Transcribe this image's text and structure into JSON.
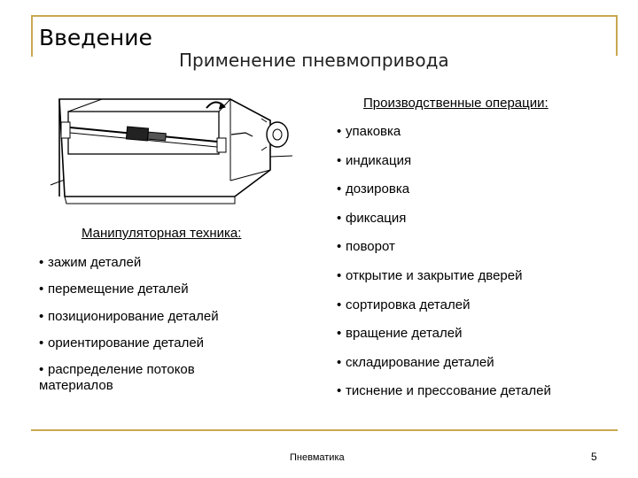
{
  "slide": {
    "title": "Введение",
    "subtitle": "Применение пневмопривода"
  },
  "right_column": {
    "heading": "Производственные операции:",
    "items": [
      "упаковка",
      "индикация",
      "дозировка",
      "фиксация",
      "поворот",
      "открытие и закрытие дверей",
      "сортировка деталей",
      "вращение деталей",
      "складирование деталей",
      "тиснение и прессование деталей"
    ]
  },
  "left_column": {
    "heading": "Манипуляторная техника:",
    "items": [
      "зажим деталей",
      "перемещение деталей",
      "позиционирование деталей",
      "ориентирование деталей",
      "распределение потоков материалов"
    ]
  },
  "footer": {
    "text": "Пневматика",
    "page": "5"
  },
  "colors": {
    "accent_line": "#c8a850"
  }
}
